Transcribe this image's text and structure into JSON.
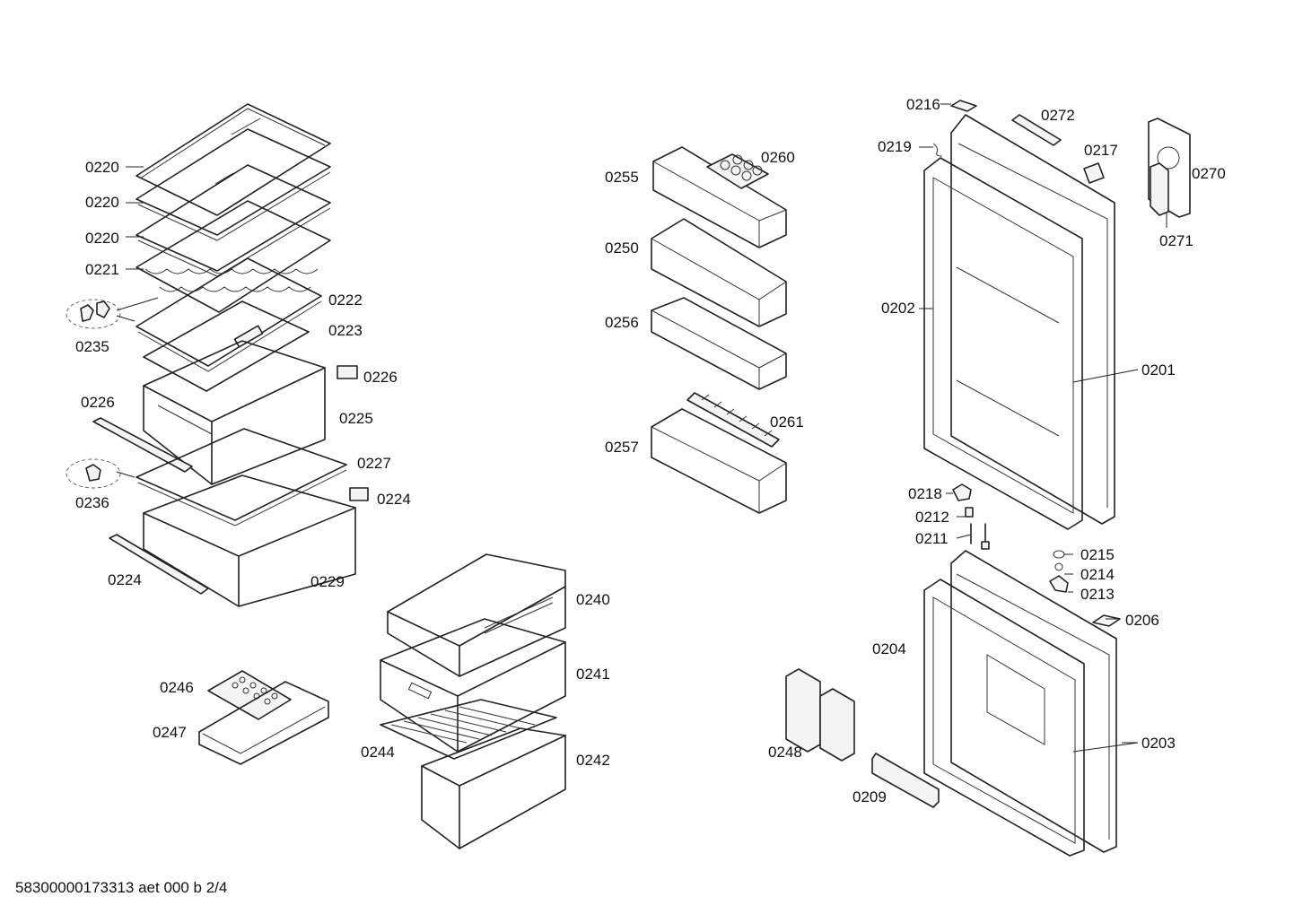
{
  "parts": {
    "p0220a": "0220",
    "p0220b": "0220",
    "p0220c": "0220",
    "p0221": "0221",
    "p0222": "0222",
    "p0223": "0223",
    "p0235": "0235",
    "p0226a": "0226",
    "p0226b": "0226",
    "p0225": "0225",
    "p0227": "0227",
    "p0224a": "0224",
    "p0224b": "0224",
    "p0236": "0236",
    "p0229": "0229",
    "p0246": "0246",
    "p0247": "0247",
    "p0240": "0240",
    "p0241": "0241",
    "p0244": "0244",
    "p0242": "0242",
    "p0255": "0255",
    "p0260": "0260",
    "p0250": "0250",
    "p0256": "0256",
    "p0257": "0257",
    "p0261": "0261",
    "p0216": "0216",
    "p0272": "0272",
    "p0219": "0219",
    "p0217": "0217",
    "p0270": "0270",
    "p0271": "0271",
    "p0202": "0202",
    "p0201": "0201",
    "p0218": "0218",
    "p0212": "0212",
    "p0211": "0211",
    "p0215": "0215",
    "p0214": "0214",
    "p0213": "0213",
    "p0206": "0206",
    "p0204": "0204",
    "p0203": "0203",
    "p0248": "0248",
    "p0209": "0209"
  },
  "footer": "58300000173313 aet 000 b 2/4"
}
